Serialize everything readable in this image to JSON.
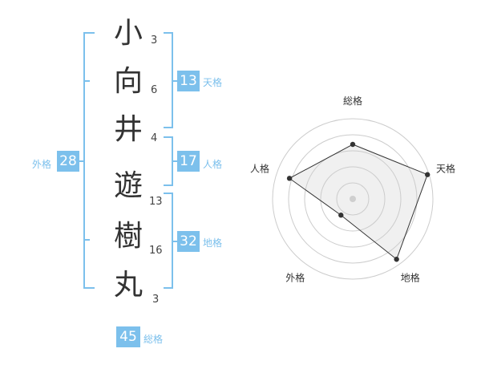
{
  "name": {
    "characters": [
      {
        "char": "小",
        "strokes": "3"
      },
      {
        "char": "向",
        "strokes": "6"
      },
      {
        "char": "井",
        "strokes": "4"
      },
      {
        "char": "遊",
        "strokes": "13"
      },
      {
        "char": "樹",
        "strokes": "16"
      },
      {
        "char": "丸",
        "strokes": "3"
      }
    ]
  },
  "fortune": {
    "tenkaku": {
      "value": "13",
      "label": "天格"
    },
    "jinkaku": {
      "value": "17",
      "label": "人格"
    },
    "chikaku": {
      "value": "32",
      "label": "地格"
    },
    "gaikaku": {
      "value": "28",
      "label": "外格"
    },
    "soukaku": {
      "value": "45",
      "label": "総格"
    }
  },
  "colors": {
    "accent": "#7cc0ec",
    "text": "#333333",
    "radar_fill": "#f0f0f0",
    "radar_grid": "#cccccc",
    "radar_line": "#333333"
  },
  "chart_data": {
    "type": "radar",
    "axes": [
      "総格",
      "天格",
      "地格",
      "外格",
      "人格"
    ],
    "values": [
      0.68,
      0.98,
      0.93,
      0.25,
      0.83
    ],
    "rings": 5
  }
}
